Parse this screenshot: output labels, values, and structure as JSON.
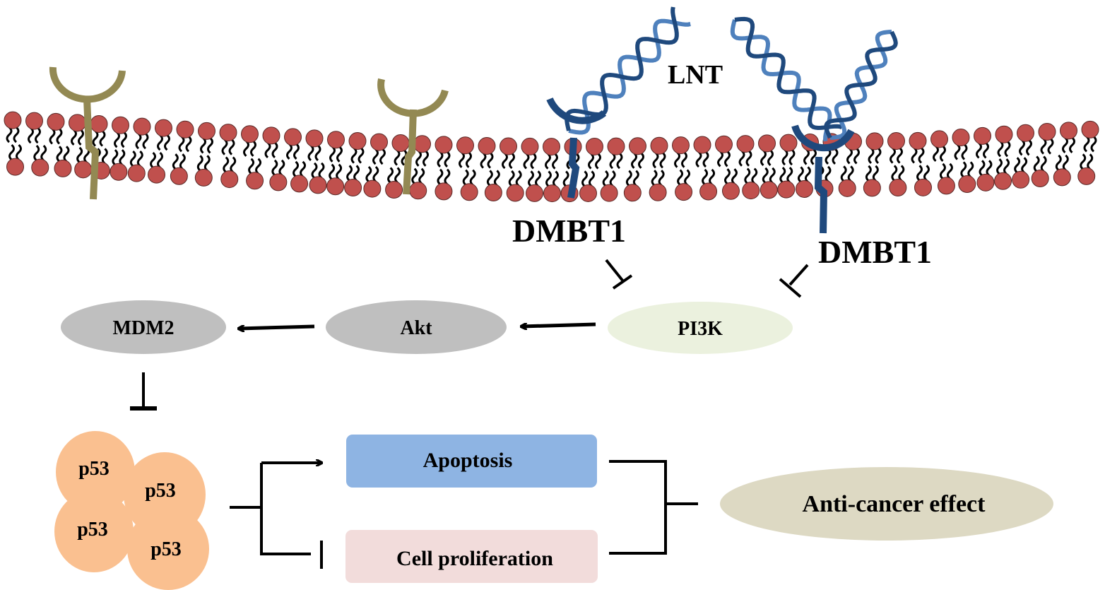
{
  "figure": {
    "ligand_label": "LNT",
    "receptor_labels": [
      "DMBT1",
      "DMBT1"
    ],
    "pathway_nodes": {
      "pi3k": "PI3K",
      "akt": "Akt",
      "mdm2": "MDM2"
    },
    "p53_units": [
      "p53",
      "p53",
      "p53",
      "p53"
    ],
    "outcomes": {
      "apoptosis": "Apoptosis",
      "proliferation": "Cell proliferation"
    },
    "result": "Anti-cancer effect",
    "colors": {
      "lipid_head": "#c0504d",
      "generic_receptor": "#938953",
      "dmbt1": "#1f497d",
      "dna_dark": "#1f497d",
      "dna_light": "#4f81bd",
      "pi3k_fill": "#ebf1de",
      "akt_fill": "#bfbfbf",
      "mdm2_fill": "#bfbfbf",
      "p53_fill": "#fac090",
      "apoptosis_fill": "#8eb4e3",
      "proliferation_fill": "#f2dcdb",
      "anticancer_fill": "#ddd9c3"
    }
  }
}
